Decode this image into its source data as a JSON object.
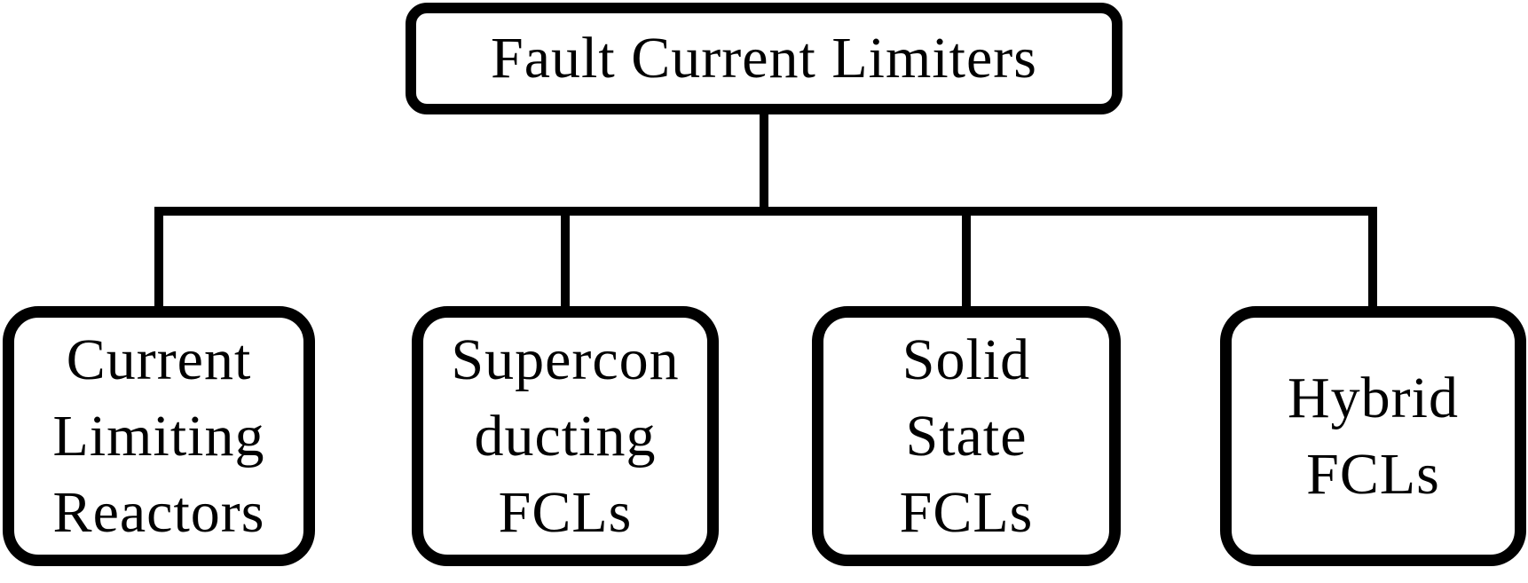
{
  "tree": {
    "root": {
      "label": "Fault Current Limiters"
    },
    "children": [
      {
        "name": "Current Limiting Reactors",
        "lines": [
          "Current",
          "Limiting",
          "Reactors"
        ]
      },
      {
        "name": "Superconducting FCLs",
        "lines": [
          "Supercon",
          "ducting",
          "FCLs"
        ]
      },
      {
        "name": "Solid State FCLs",
        "lines": [
          "Solid",
          "State",
          "FCLs"
        ]
      },
      {
        "name": "Hybrid FCLs",
        "lines": [
          "Hybrid",
          "FCLs"
        ]
      }
    ]
  },
  "colors": {
    "line": "#000000",
    "box_border": "#000000",
    "box_fill": "#ffffff",
    "text": "#000000",
    "background": "#ffffff"
  }
}
